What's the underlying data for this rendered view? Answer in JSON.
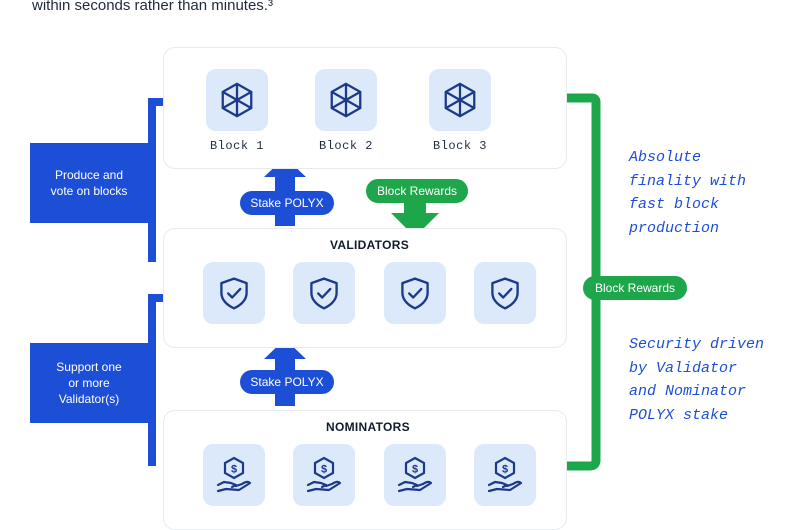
{
  "intro_text": "within seconds rather than minutes.³",
  "blocks": [
    {
      "label": "Block 1",
      "icon": "block-cube-icon"
    },
    {
      "label": "Block 2",
      "icon": "block-cube-icon"
    },
    {
      "label": "Block 3",
      "icon": "block-cube-icon"
    }
  ],
  "validators": {
    "title": "VALIDATORS",
    "icon": "shield-check-icon",
    "count": 4
  },
  "nominators": {
    "title": "NOMINATORS",
    "icon": "hand-coin-icon",
    "count": 4
  },
  "left_boxes": {
    "produce": "Produce and\nvote on blocks",
    "support": "Support one\nor more\nValidator(s)"
  },
  "pills": {
    "stake_upper": "Stake POLYX",
    "stake_lower": "Stake POLYX",
    "block_rewards_center": "Block Rewards",
    "block_rewards_right": "Block Rewards"
  },
  "notes": {
    "finality": "Absolute\nfinality with\nfast block\nproduction",
    "security": "Security driven\nby Validator\nand Nominator\nPOLYX stake"
  },
  "colors": {
    "blue": "#1d4fd6",
    "green": "#1ea64b",
    "tile": "#dbe9fb"
  }
}
